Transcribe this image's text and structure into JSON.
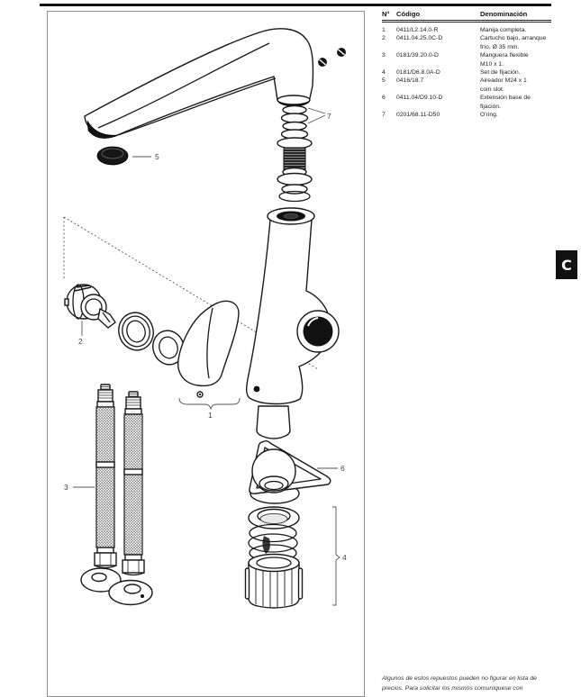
{
  "page": {
    "section_tab": "C"
  },
  "parts_table": {
    "headers": {
      "no": "N°",
      "codigo": "Código",
      "denominacion": "Denominación"
    },
    "rows": [
      {
        "no": "1",
        "codigo": "0411/L2.14.0-R",
        "denominacion": "Manija completa."
      },
      {
        "no": "2",
        "codigo": "0411.04.25.0C-D",
        "denominacion": "Cartucho bajo, arranque\nfrío, Ø 35 mm."
      },
      {
        "no": "3",
        "codigo": "0181/39.20.0-D",
        "denominacion": "Manguera flexible\nM10 x 1."
      },
      {
        "no": "4",
        "codigo": "0181/D6.8.0A-D",
        "denominacion": "Set de fijación."
      },
      {
        "no": "5",
        "codigo": "0416/18.7",
        "denominacion": "Aireador M24 x 1\ncoin slot."
      },
      {
        "no": "6",
        "codigo": "0411.04/D9.10-D",
        "denominacion": "Extensión base de fijación."
      },
      {
        "no": "7",
        "codigo": "0201/68.11-D50",
        "denominacion": "O'ring."
      }
    ]
  },
  "diagram": {
    "callouts": {
      "c1": "1",
      "c2": "2",
      "c3": "3",
      "c4": "4",
      "c5": "5",
      "c6": "6",
      "c7": "7"
    }
  },
  "footnote": {
    "line1": "Algunos de estos repuestos pueden no figurar en lista de",
    "line2": "precios. Para solicitar los mismos comuníquese con"
  },
  "colors": {
    "line": "#1a1a1a",
    "box_border": "#8f8f8f",
    "tab_bg": "#111111",
    "tab_fg": "#ffffff"
  }
}
